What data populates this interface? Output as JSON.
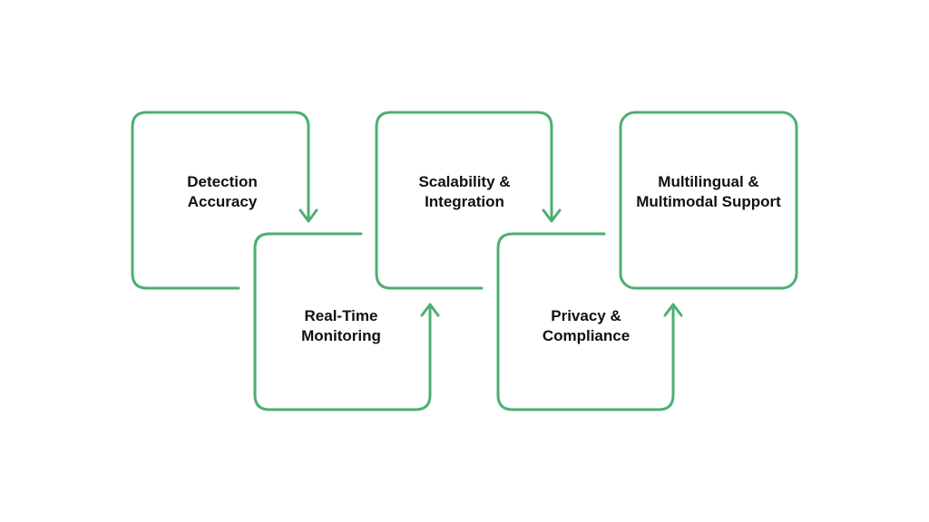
{
  "diagram": {
    "accent_color": "#4caf72",
    "text_color": "#111111",
    "stages": [
      {
        "id": "detection",
        "lines": [
          "Detection",
          "Accuracy"
        ]
      },
      {
        "id": "realtime",
        "lines": [
          "Real-Time",
          "Monitoring"
        ]
      },
      {
        "id": "scalability",
        "lines": [
          "Scalability &",
          "Integration"
        ]
      },
      {
        "id": "privacy",
        "lines": [
          "Privacy &",
          "Compliance"
        ]
      },
      {
        "id": "multilingual",
        "lines": [
          "Multilingual &",
          "Multimodal Support"
        ]
      }
    ],
    "connectors": [
      {
        "from": "detection",
        "to": "realtime",
        "arrow": "down"
      },
      {
        "from": "realtime",
        "to": "scalability",
        "arrow": "up"
      },
      {
        "from": "scalability",
        "to": "privacy",
        "arrow": "down"
      },
      {
        "from": "privacy",
        "to": "multilingual",
        "arrow": "up"
      }
    ]
  }
}
